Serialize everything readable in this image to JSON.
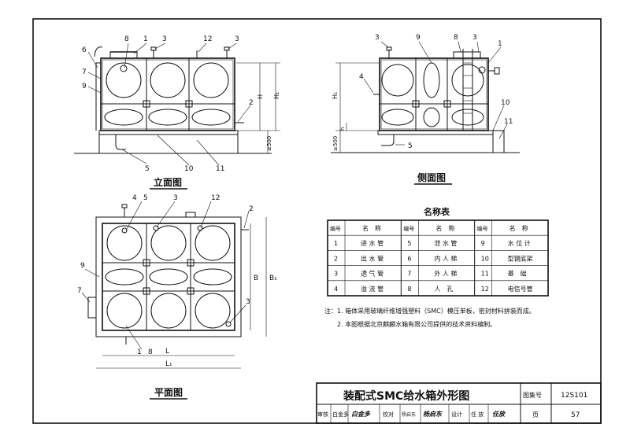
{
  "views": {
    "elevation": {
      "title": "立面图",
      "callouts": [
        "8",
        "1",
        "3",
        "12",
        "3",
        "6",
        "7",
        "9",
        "2",
        "5",
        "10",
        "11"
      ],
      "dims": [
        "H",
        "H₁",
        "≥500"
      ]
    },
    "side": {
      "title": "侧面图",
      "callouts": [
        "3",
        "9",
        "8",
        "3",
        "1",
        "4",
        "10",
        "11",
        "5"
      ],
      "dims": [
        "H₁",
        "h",
        "≥500"
      ]
    },
    "plan": {
      "title": "平面图",
      "callouts": [
        "4",
        "5",
        "3",
        "12",
        "2",
        "9",
        "7",
        "3",
        "1",
        "8"
      ],
      "dims": [
        "B",
        "B₁",
        "L",
        "L₁"
      ]
    }
  },
  "legend": {
    "title": "名称表",
    "headers": [
      "编号",
      "名　称"
    ],
    "items": [
      {
        "no": "1",
        "name": "进 水 管"
      },
      {
        "no": "2",
        "name": "出 水 管"
      },
      {
        "no": "3",
        "name": "透 气 管"
      },
      {
        "no": "4",
        "name": "溢 流 管"
      },
      {
        "no": "5",
        "name": "泄 水 管"
      },
      {
        "no": "6",
        "name": "内 人 梯"
      },
      {
        "no": "7",
        "name": "外 人 梯"
      },
      {
        "no": "8",
        "name": "人　孔"
      },
      {
        "no": "9",
        "name": "水 位 计"
      },
      {
        "no": "10",
        "name": "型钢底架"
      },
      {
        "no": "11",
        "name": "基　础"
      },
      {
        "no": "12",
        "name": "电信号管"
      }
    ]
  },
  "notes": [
    "注：1. 箱体采用玻璃纤维增强塑料（SMC）模压单板，密封材料拼装而成。",
    "2. 本图根据北京麒麟水箱有限公司提供的技术资料编制。"
  ],
  "title_block": {
    "title": "装配式SMC给水箱外形图",
    "atlas_label": "图集号",
    "atlas_no": "12S101",
    "page_label": "页",
    "page_no": "57",
    "review_label": "审核",
    "reviewer": "白金多",
    "reviewer_sig": "白金多",
    "check_label": "校对",
    "checker": "杨启东",
    "checker_sig": "杨启东",
    "design_label": "设计",
    "designer": "任 放",
    "designer_sig": "任放"
  }
}
